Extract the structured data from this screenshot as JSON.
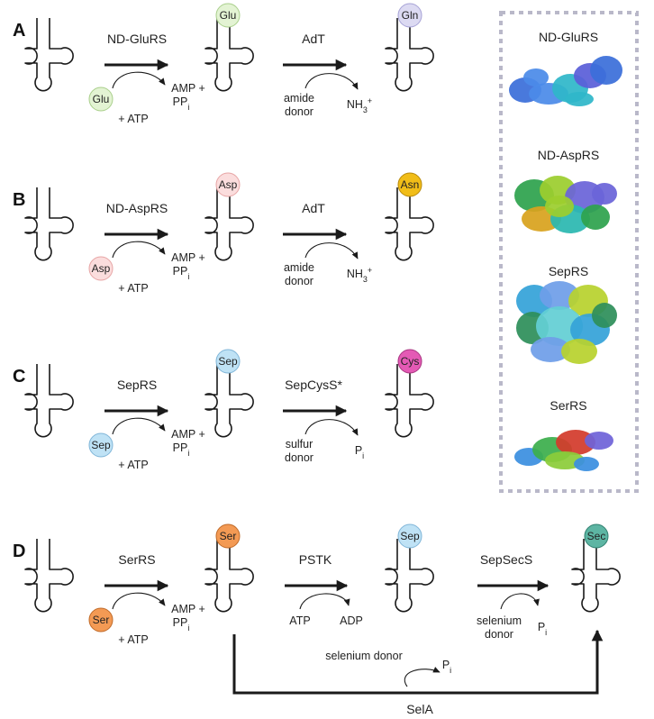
{
  "panels": {
    "A": {
      "label": "A",
      "enzyme1": "ND-GluRS",
      "enzyme2": "AdT",
      "substrate": {
        "label": "Glu",
        "fill": "#e3f3d3",
        "stroke": "#a9cf8b"
      },
      "charged": {
        "label": "Glu",
        "fill": "#e3f3d3",
        "stroke": "#a9cf8b"
      },
      "product": {
        "label": "Gln",
        "fill": "#dcdaf2",
        "stroke": "#a6a2d6"
      },
      "cofactor": "+ ATP",
      "byproduct1": "AMP +",
      "byproduct2": "PP",
      "byproduct2_sub": "i",
      "donor1": "amide",
      "donor2": "donor",
      "release": "NH",
      "release_sub": "3",
      "release_sup": "+"
    },
    "B": {
      "label": "B",
      "enzyme1": "ND-AspRS",
      "enzyme2": "AdT",
      "substrate": {
        "label": "Asp",
        "fill": "#fbdddd",
        "stroke": "#e7a5a5"
      },
      "charged": {
        "label": "Asp",
        "fill": "#fbdddd",
        "stroke": "#e7a5a5"
      },
      "product": {
        "label": "Asn",
        "fill": "#f1bd18",
        "stroke": "#b88a0c"
      },
      "cofactor": "+ ATP",
      "byproduct1": "AMP +",
      "byproduct2": "PP",
      "byproduct2_sub": "i",
      "donor1": "amide",
      "donor2": "donor",
      "release": "NH",
      "release_sub": "3",
      "release_sup": "+"
    },
    "C": {
      "label": "C",
      "enzyme1": "SepRS",
      "enzyme2": "SepCysS*",
      "substrate": {
        "label": "Sep",
        "fill": "#bfe2f5",
        "stroke": "#7fb5d8"
      },
      "charged": {
        "label": "Sep",
        "fill": "#bfe2f5",
        "stroke": "#7fb5d8"
      },
      "product": {
        "label": "Cys",
        "fill": "#e45ab5",
        "stroke": "#a83681"
      },
      "cofactor": "+ ATP",
      "byproduct1": "AMP +",
      "byproduct2": "PP",
      "byproduct2_sub": "i",
      "donor1": "sulfur",
      "donor2": "donor",
      "release": "P",
      "release_sub": "i"
    },
    "D": {
      "label": "D",
      "enzyme1": "SerRS",
      "enzyme2": "PSTK",
      "enzyme3": "SepSecS",
      "bypass_enzyme": "SelA",
      "substrate": {
        "label": "Ser",
        "fill": "#f39a54",
        "stroke": "#c06a28"
      },
      "charged": {
        "label": "Ser",
        "fill": "#f39a54",
        "stroke": "#c06a28"
      },
      "intermediate": {
        "label": "Sep",
        "fill": "#bfe2f5",
        "stroke": "#7fb5d8"
      },
      "product": {
        "label": "Sec",
        "fill": "#5db5a3",
        "stroke": "#2f7f6f"
      },
      "cofactor": "+ ATP",
      "byproduct1": "AMP +",
      "byproduct2": "PP",
      "byproduct2_sub": "i",
      "atp": "ATP",
      "adp": "ADP",
      "donor1": "selenium",
      "donor2": "donor",
      "release": "P",
      "release_sub": "i",
      "bypass_donor": "selenium donor",
      "bypass_release": "P",
      "bypass_release_sub": "i"
    }
  },
  "structures": {
    "box_color": "#b9b8c9",
    "items": [
      {
        "label": "ND-GluRS",
        "colors": [
          "#3b6fd9",
          "#4b8be8",
          "#2fb7c9",
          "#5a5fd8"
        ]
      },
      {
        "label": "ND-AspRS",
        "colors": [
          "#2ea24d",
          "#9ccd2e",
          "#6b64d8",
          "#d8a31e",
          "#2bb8b0"
        ]
      },
      {
        "label": "SepRS",
        "colors": [
          "#35a3d8",
          "#6f9ee8",
          "#b8d22e",
          "#2e8f5a",
          "#63cfd4"
        ]
      },
      {
        "label": "SerRS",
        "colors": [
          "#3b8fe0",
          "#3cae4c",
          "#d33b2c",
          "#6f63d8",
          "#8ccc3a"
        ]
      }
    ]
  }
}
